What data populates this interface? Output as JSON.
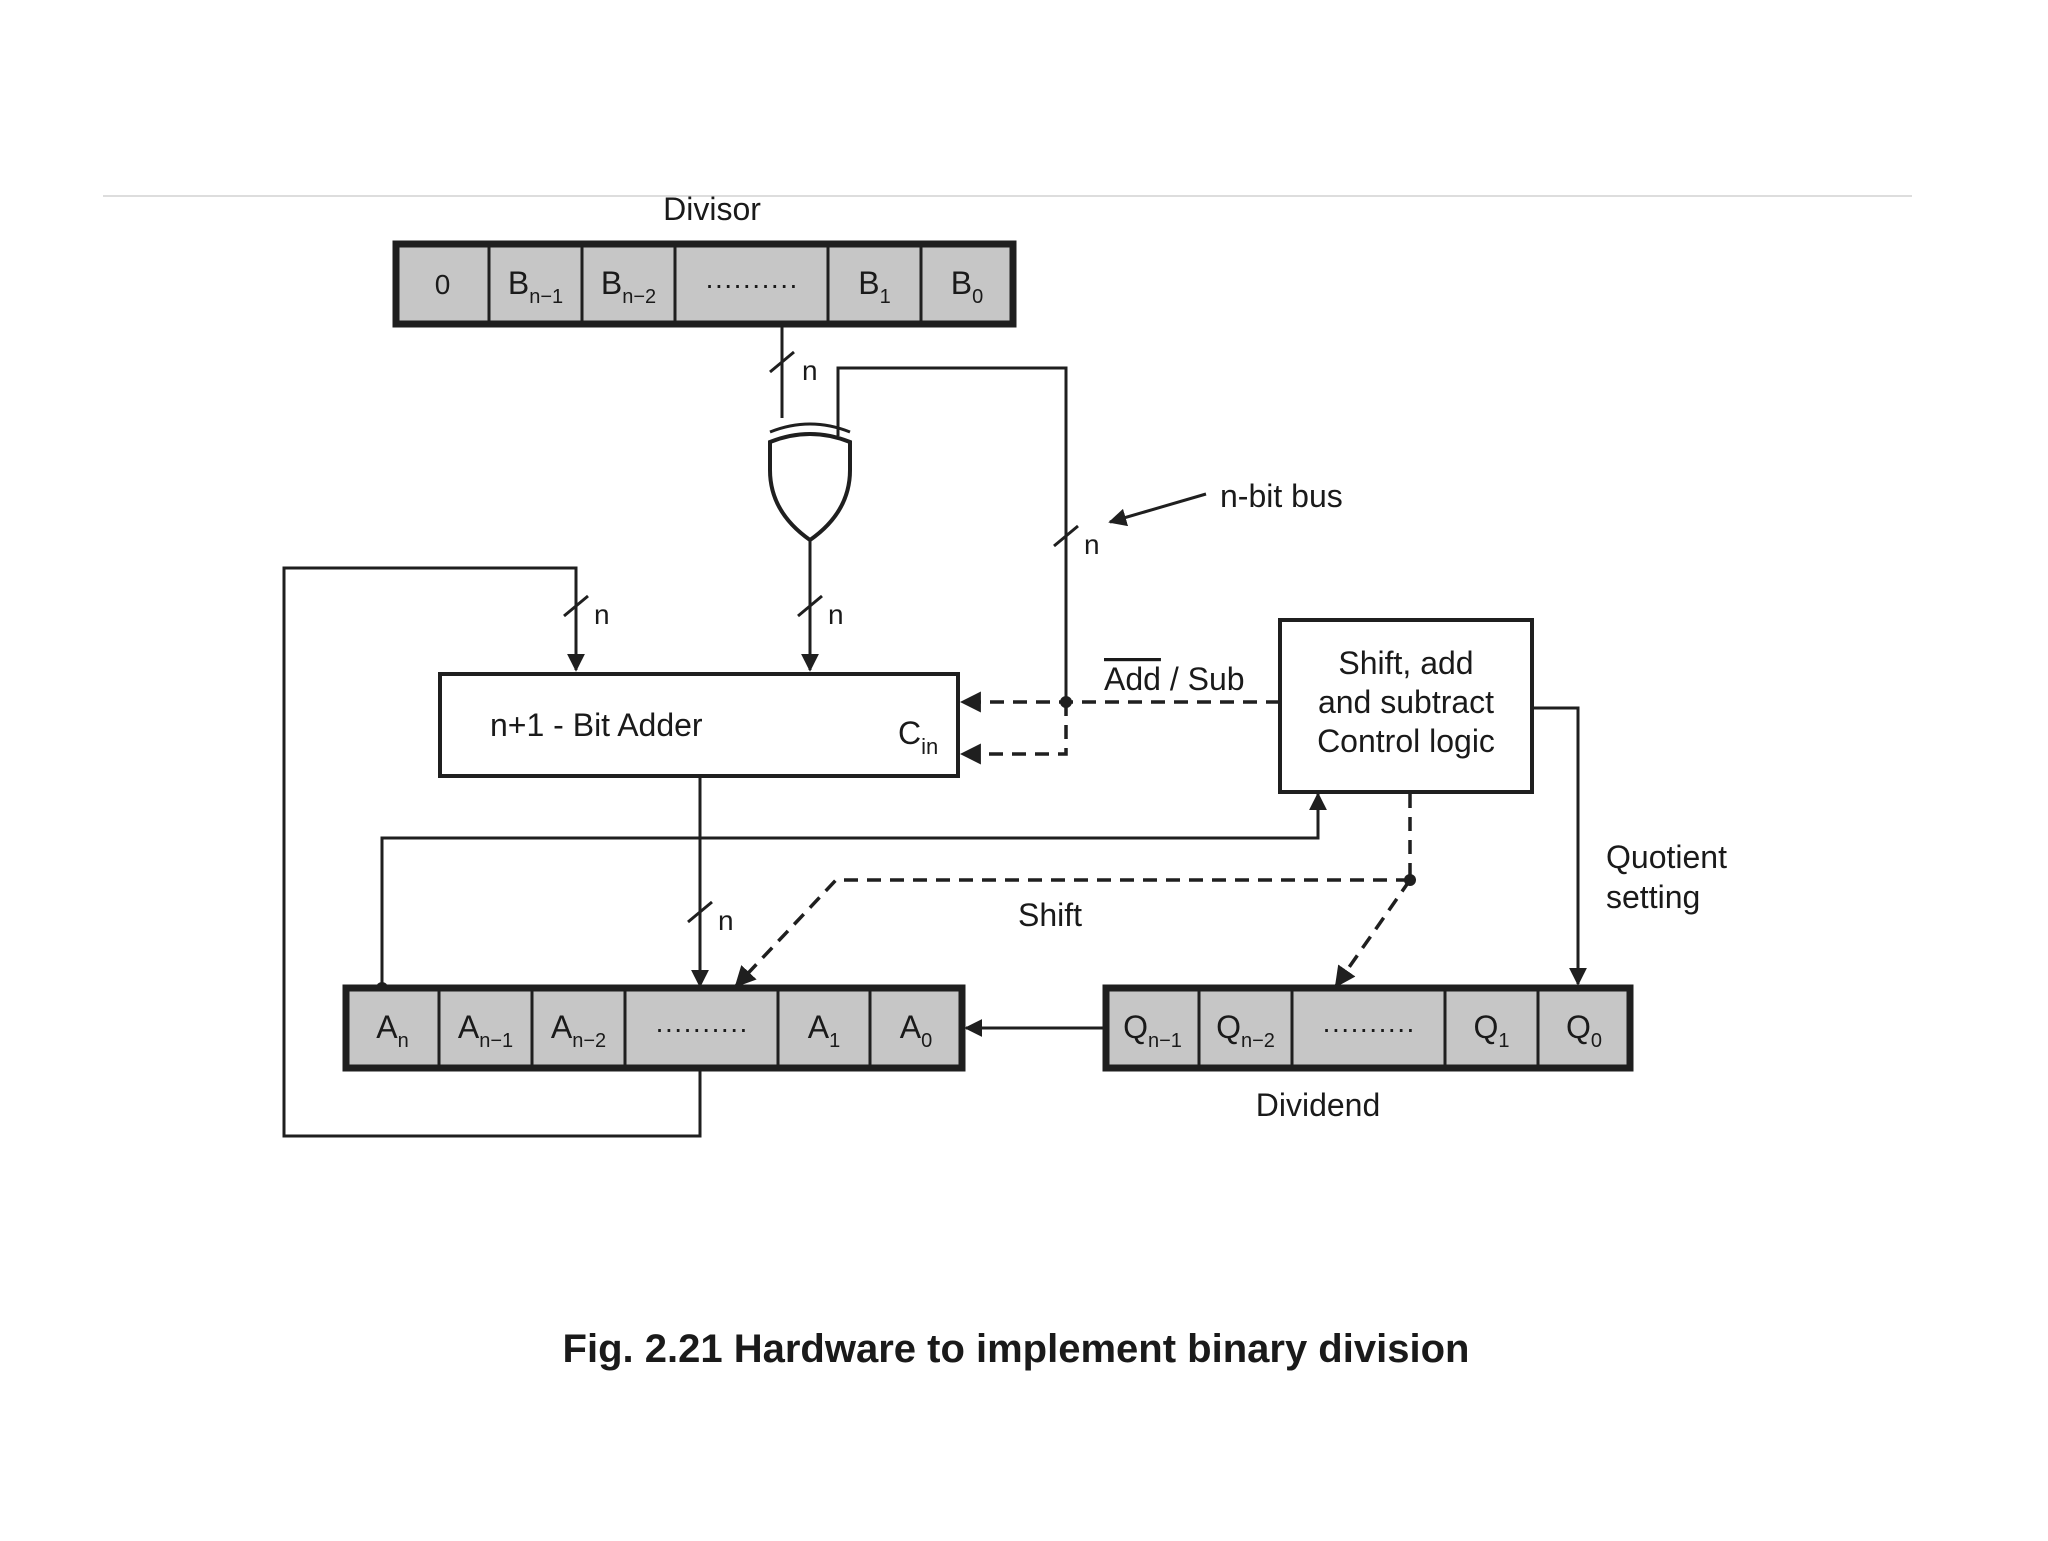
{
  "divisor_register": {
    "label": "Divisor",
    "cells": [
      {
        "main": "0",
        "sub": ""
      },
      {
        "main": "B",
        "sub": "n−1"
      },
      {
        "main": "B",
        "sub": "n−2"
      },
      {
        "main": "··········",
        "sub": ""
      },
      {
        "main": "B",
        "sub": "1"
      },
      {
        "main": "B",
        "sub": "0"
      }
    ]
  },
  "a_register": {
    "cells": [
      {
        "main": "A",
        "sub": "n"
      },
      {
        "main": "A",
        "sub": "n−1"
      },
      {
        "main": "A",
        "sub": "n−2"
      },
      {
        "main": "··········",
        "sub": ""
      },
      {
        "main": "A",
        "sub": "1"
      },
      {
        "main": "A",
        "sub": "0"
      }
    ]
  },
  "q_register": {
    "label": "Dividend",
    "cells": [
      {
        "main": "Q",
        "sub": "n−1"
      },
      {
        "main": "Q",
        "sub": "n−2"
      },
      {
        "main": "··········",
        "sub": ""
      },
      {
        "main": "Q",
        "sub": "1"
      },
      {
        "main": "Q",
        "sub": "0"
      }
    ]
  },
  "adder": {
    "label": "n+1 - Bit Adder",
    "cin_main": "C",
    "cin_sub": "in"
  },
  "control": {
    "lines": [
      "Shift, add",
      "and subtract",
      "Control logic"
    ]
  },
  "bus_width_label": "n",
  "labels": {
    "nbit_bus": "n-bit bus",
    "add": "Add",
    "sub": " / Sub",
    "shift": "Shift",
    "quotient_setting": [
      "Quotient",
      "setting"
    ]
  },
  "caption": "Fig. 2.21 Hardware to implement binary division"
}
